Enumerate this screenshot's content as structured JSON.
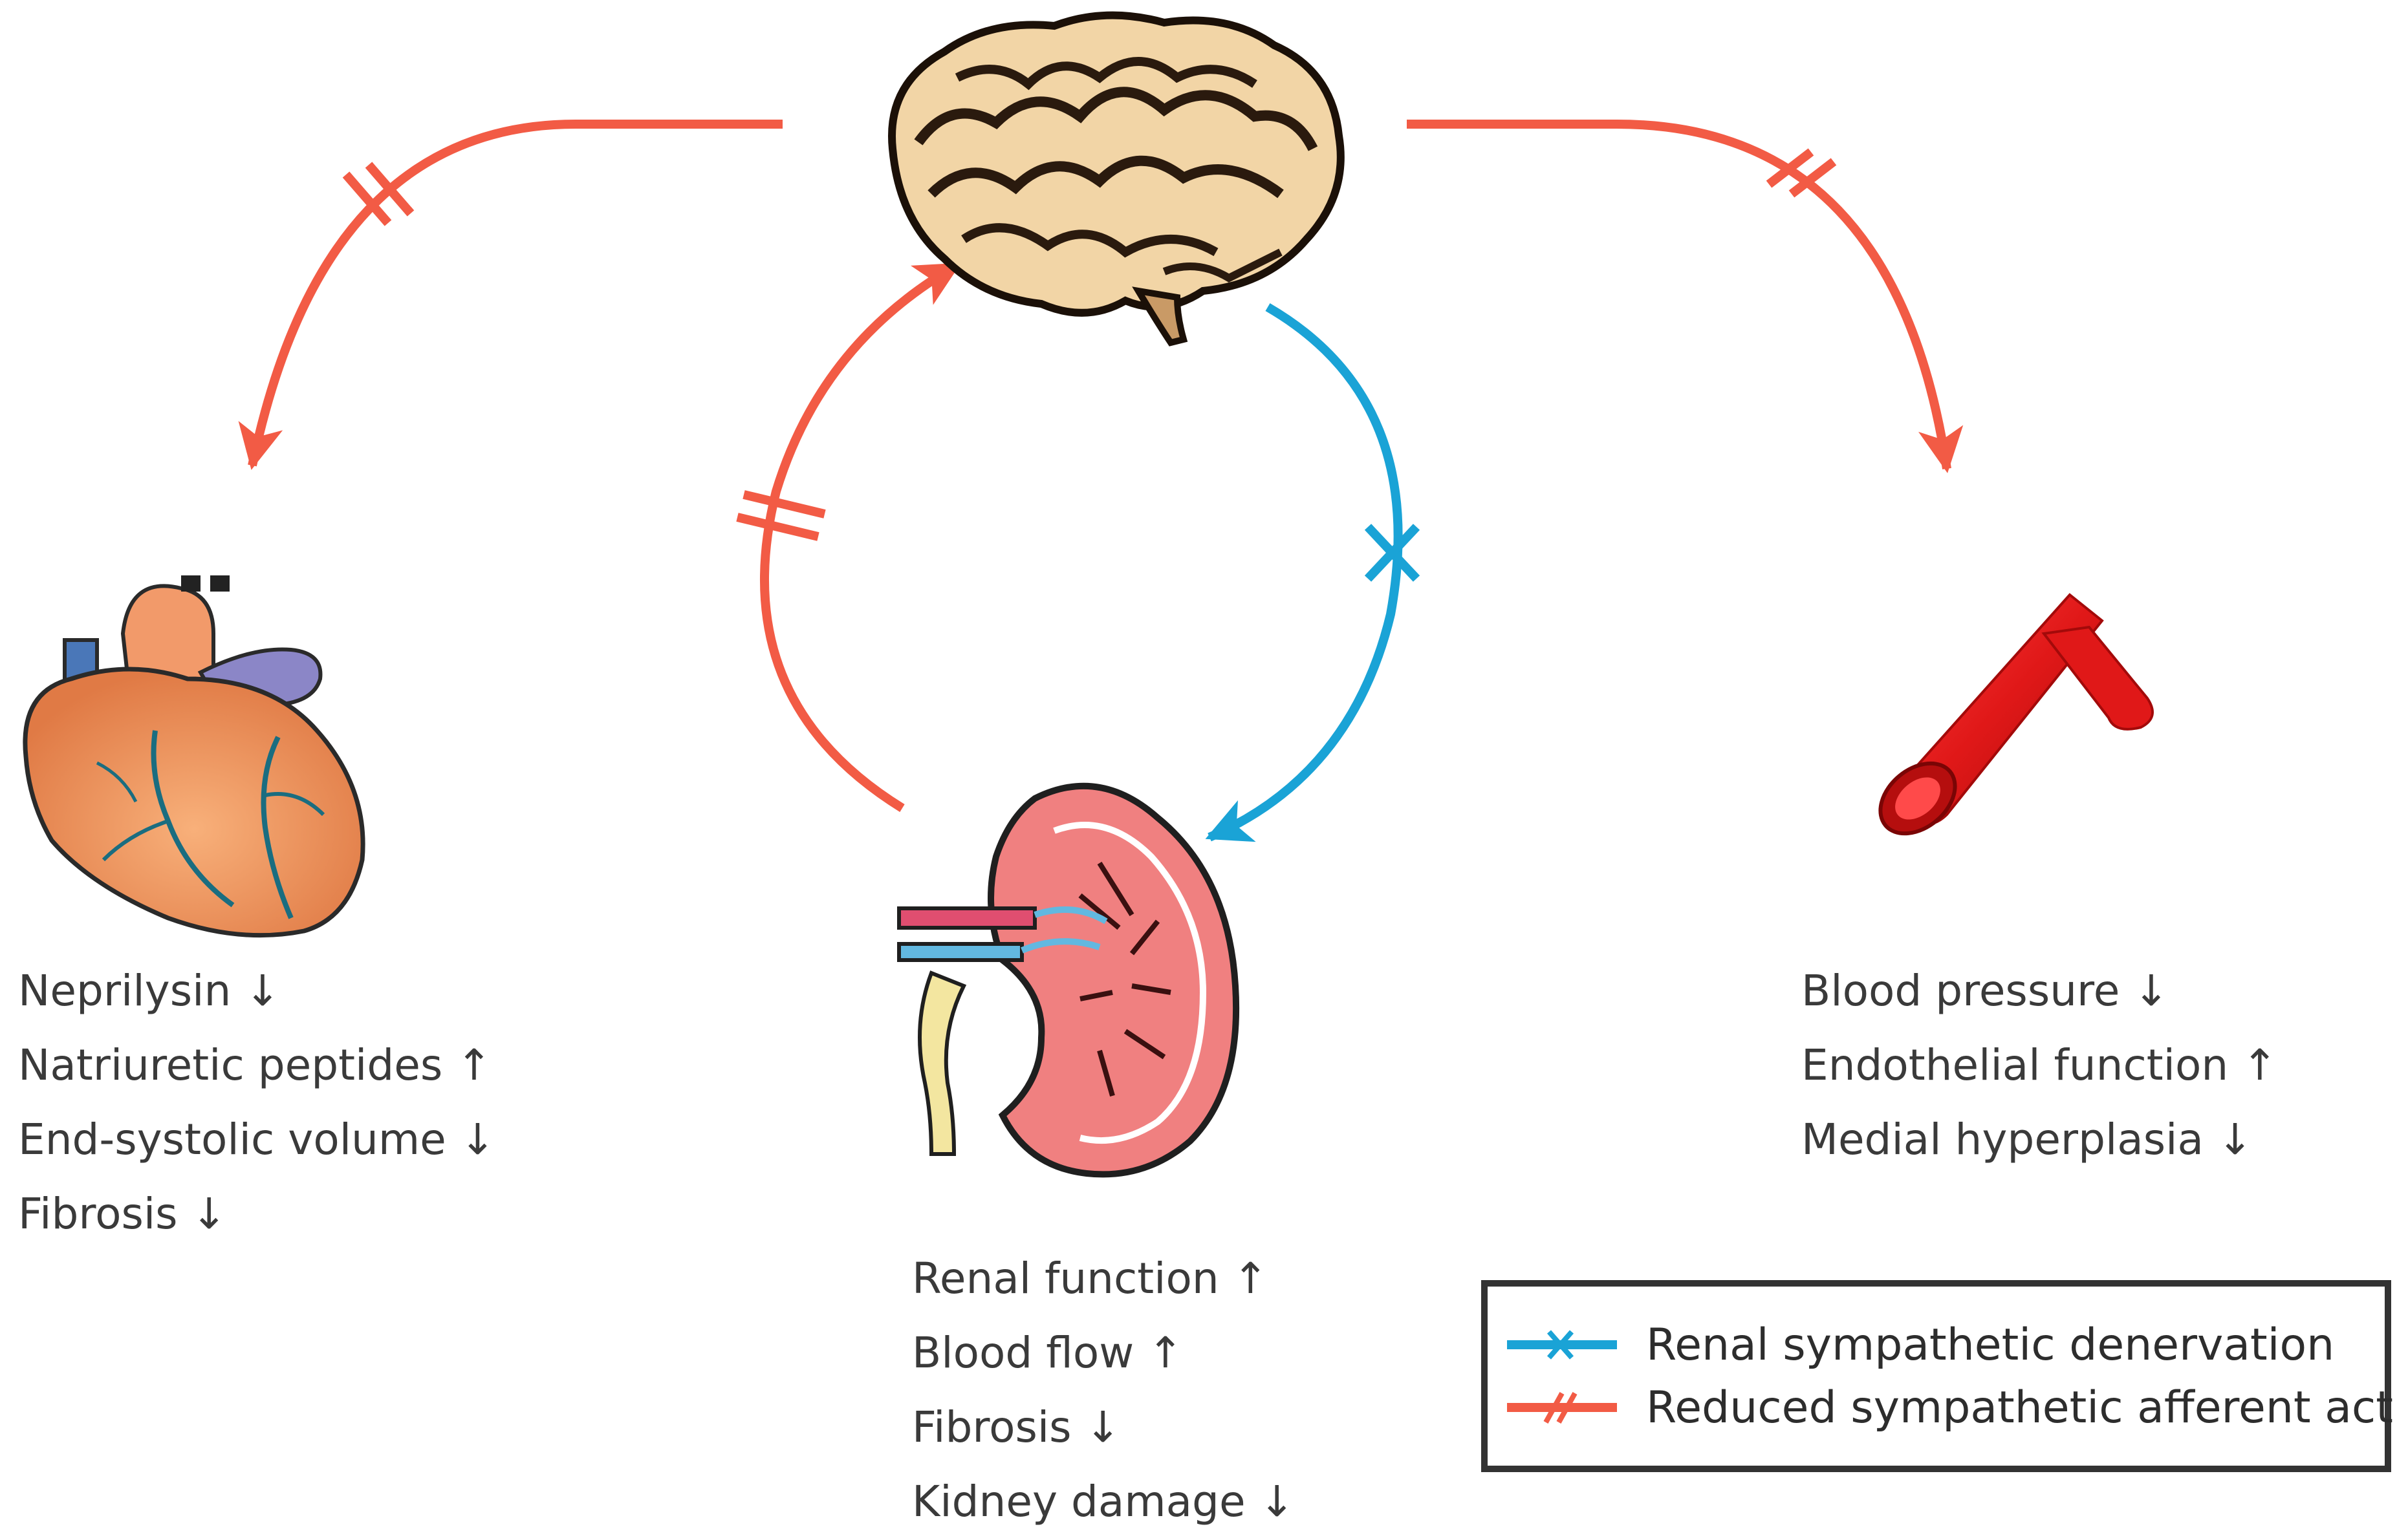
{
  "colors": {
    "afferent": "#f25b45",
    "denervation": "#1aa3d6",
    "text": "#3a3a3a",
    "legend_border": "#333333"
  },
  "heart": {
    "effects": [
      "Neprilysin ↓",
      "Natriuretic peptides ↑",
      "End-systolic volume ↓",
      "Fibrosis ↓"
    ]
  },
  "kidney": {
    "effects": [
      "Renal function ↑",
      "Blood flow ↑",
      "Fibrosis ↓",
      "Kidney damage ↓"
    ]
  },
  "vessel": {
    "effects": [
      "Blood pressure ↓",
      "Endothelial function ↑",
      "Medial hyperplasia ↓"
    ]
  },
  "legend": {
    "items": [
      {
        "label": "Renal sympathetic denervation",
        "color": "#1aa3d6",
        "symbol": "x-cross"
      },
      {
        "label": "Reduced sympathetic afferent activity",
        "color": "#f25b45",
        "symbol": "double-bar"
      }
    ]
  },
  "icons": {
    "brain": "brain-icon",
    "heart": "heart-icon",
    "kidney": "kidney-icon",
    "vessel": "artery-icon"
  }
}
